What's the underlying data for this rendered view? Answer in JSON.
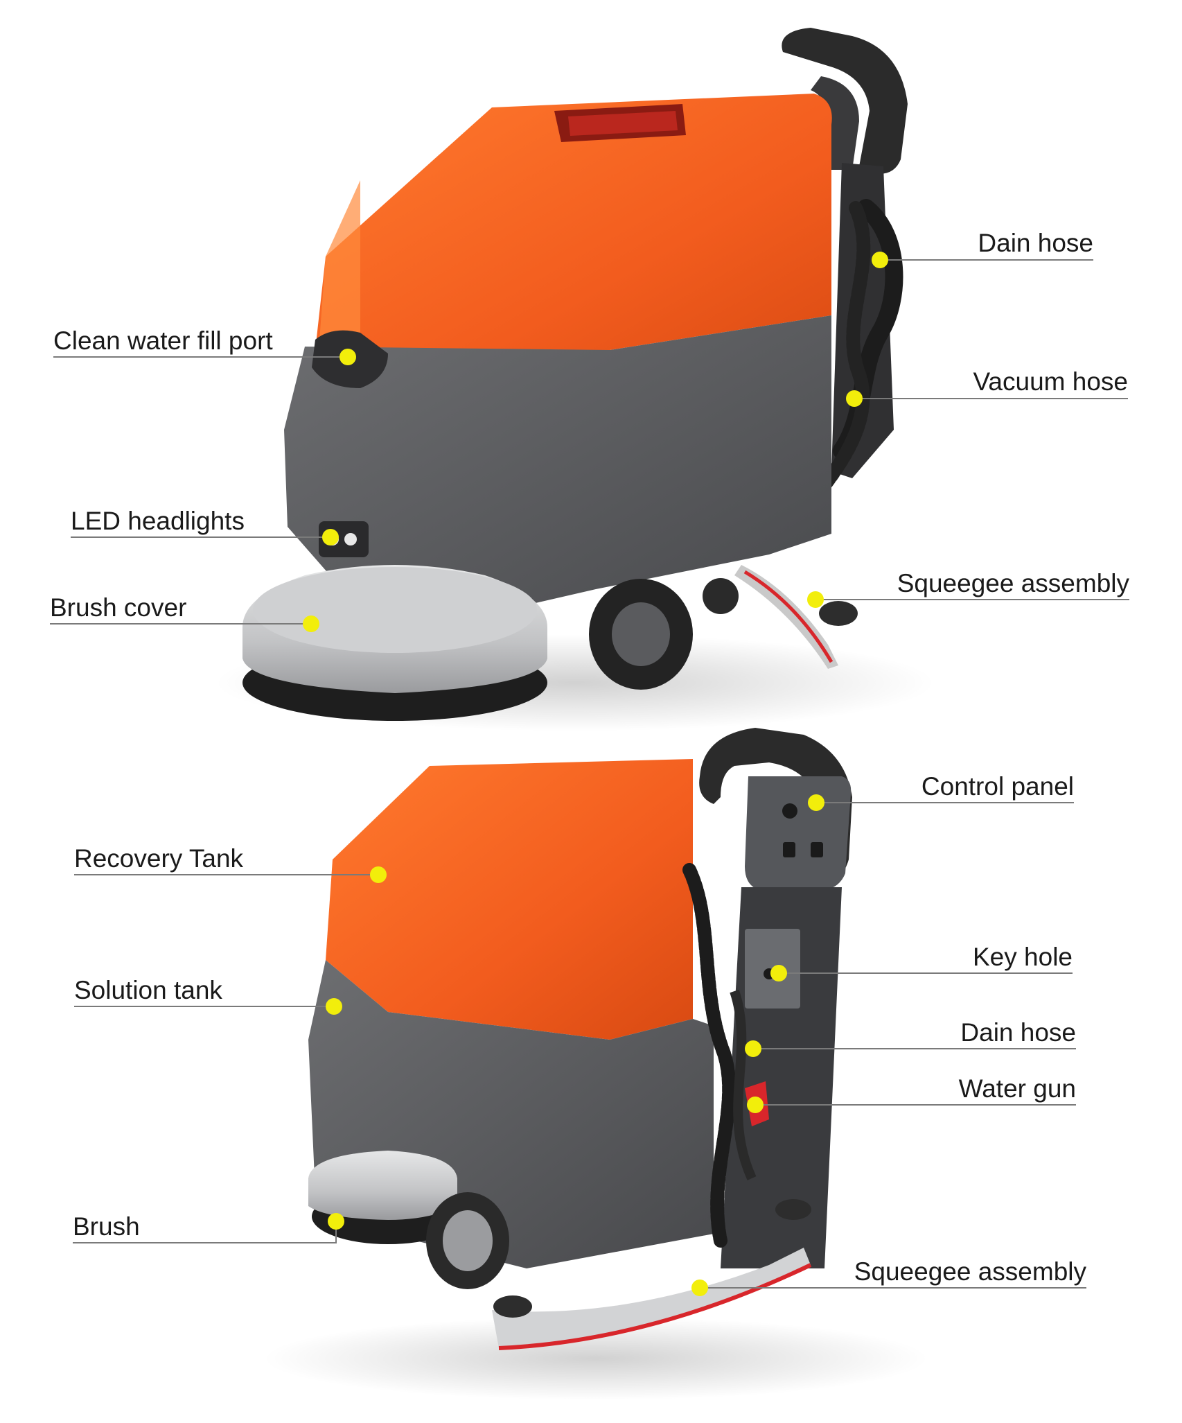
{
  "colors": {
    "body_orange": "#f25c1e",
    "body_orange_dark": "#d84a12",
    "body_gray": "#5f6063",
    "body_gray_dark": "#45464a",
    "handle_black": "#2b2b2b",
    "brush_silver": "#c9cacc",
    "bristle_black": "#1e1e1e",
    "marker_yellow": "#f2ee0b",
    "leader_line": "#7a7a7a",
    "squeegee_red": "#d8262b"
  },
  "top_view": {
    "callouts": [
      {
        "id": "dain-hose-top",
        "text": "Dain hose",
        "side": "right"
      },
      {
        "id": "clean-water-fill-port",
        "text": "Clean water fill port",
        "side": "left"
      },
      {
        "id": "vacuum-hose",
        "text": "Vacuum hose",
        "side": "right"
      },
      {
        "id": "led-headlights",
        "text": "LED headlights",
        "side": "left"
      },
      {
        "id": "squeegee-assembly-top",
        "text": "Squeegee assembly",
        "side": "right"
      },
      {
        "id": "brush-cover",
        "text": "Brush cover",
        "side": "left"
      }
    ]
  },
  "bottom_view": {
    "callouts": [
      {
        "id": "control-panel",
        "text": "Control panel",
        "side": "right"
      },
      {
        "id": "recovery-tank",
        "text": "Recovery Tank",
        "side": "left"
      },
      {
        "id": "key-hole",
        "text": "Key hole",
        "side": "right"
      },
      {
        "id": "solution-tank",
        "text": "Solution tank",
        "side": "left"
      },
      {
        "id": "dain-hose-bottom",
        "text": "Dain hose",
        "side": "right"
      },
      {
        "id": "water-gun",
        "text": "Water gun",
        "side": "right"
      },
      {
        "id": "brush",
        "text": "Brush",
        "side": "left"
      },
      {
        "id": "squeegee-assembly-bottom",
        "text": "Squeegee assembly",
        "side": "right"
      }
    ]
  }
}
